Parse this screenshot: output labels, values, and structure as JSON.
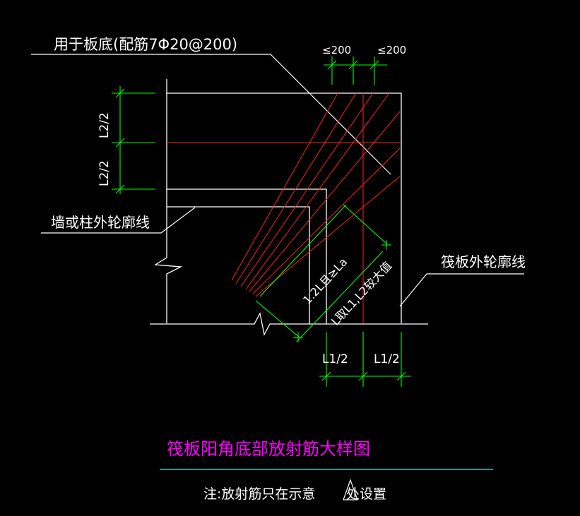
{
  "drawing": {
    "callout_top": "用于板底(配筋7Φ20@200)",
    "spacing_a": "≤200",
    "spacing_b": "≤200",
    "dim_left_upper": "L2/2",
    "dim_left_lower": "L2/2",
    "dim_bottom_left": "L1/2",
    "dim_bottom_right": "L1/2",
    "label_wall_outline": "墙或柱外轮廓线",
    "label_raft_outline": "筏板外轮廓线",
    "diag_dim_inner": "1.2L且≥La",
    "diag_dim_outer": "L取L1,L2较大值",
    "title": "筏板阳角底部放射筋大样图",
    "note": "注:放射筋只在示意",
    "note_mark": "处设置"
  },
  "colors": {
    "background": "#000000",
    "outline": "#ffffff",
    "rebar": "#ff2020",
    "dimension": "#00ff00",
    "title": "#ff00ff",
    "title_underline": "#00ffff"
  }
}
